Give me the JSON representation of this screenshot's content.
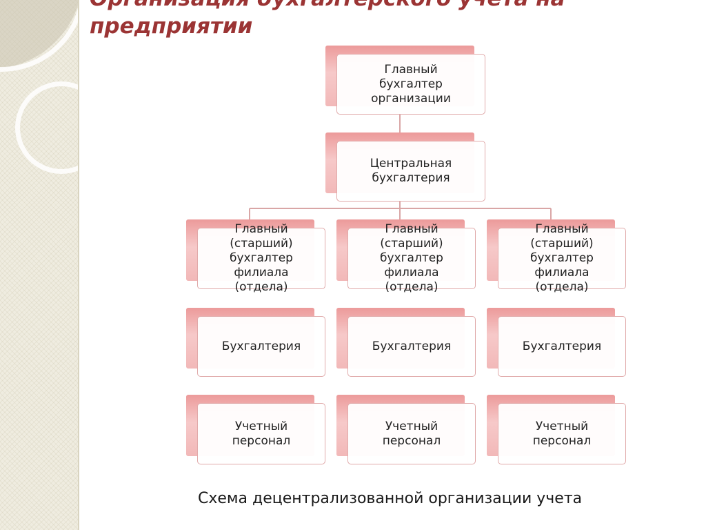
{
  "slide": {
    "title_lines": [
      "Организация бухгалтерского учета на",
      "предприятии"
    ],
    "caption": "Схема децентрализованной организации учета"
  },
  "colors": {
    "title": "#9b3434",
    "node_shadow": "#ec9a9a",
    "node_border": "#e0a9a9",
    "connector": "#d9a6a6",
    "side_panel": "#efece0"
  },
  "org_chart": {
    "root": "Главный\nбухгалтер\nорганизации",
    "central": "Центральная\nбухгалтерия",
    "branches": [
      {
        "chief": "Главный\n(старший)\nбухгалтер\nфилиала\n(отдела)",
        "department": "Бухгалтерия",
        "staff": "Учетный\nперсонал"
      },
      {
        "chief": "Главный\n(старший)\nбухгалтер\nфилиала\n(отдела)",
        "department": "Бухгалтерия",
        "staff": "Учетный\nперсонал"
      },
      {
        "chief": "Главный\n(старший)\nбухгалтер\nфилиала\n(отдела)",
        "department": "Бухгалтерия",
        "staff": "Учетный\nперсонал"
      }
    ]
  }
}
